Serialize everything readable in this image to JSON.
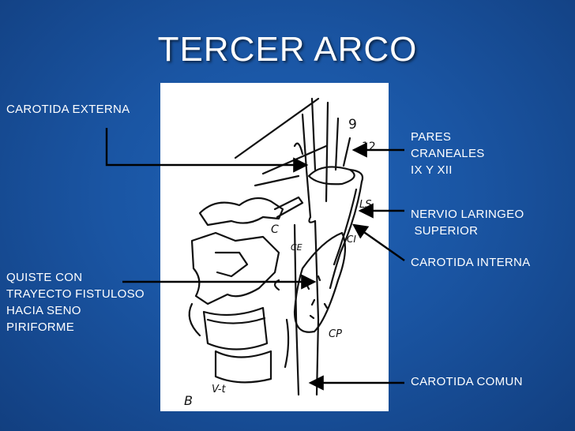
{
  "slide": {
    "title": "TERCER ARCO",
    "labels": {
      "carotida_externa": "CAROTIDA EXTERNA",
      "pares_craneales": "PARES\nCRANEALES\nIX Y XII",
      "nervio_laringeo": "NERVIO LARINGEO\n SUPERIOR",
      "carotida_interna": "CAROTIDA INTERNA",
      "quiste": "QUISTE CON\nTRAYECTO FISTULOSO\nHACIA SENO\nPIRIFORME",
      "carotida_comun": "CAROTIDA COMUN"
    },
    "drawing_marks": {
      "m9": "9",
      "m12": "12",
      "ls": "LS",
      "c": "C",
      "ce": "CE",
      "ci": "CI",
      "cp": "CP",
      "b": "B",
      "v": "V-t"
    }
  },
  "colors": {
    "background": "#1a55a3",
    "text": "#ffffff",
    "line": "#000000"
  }
}
